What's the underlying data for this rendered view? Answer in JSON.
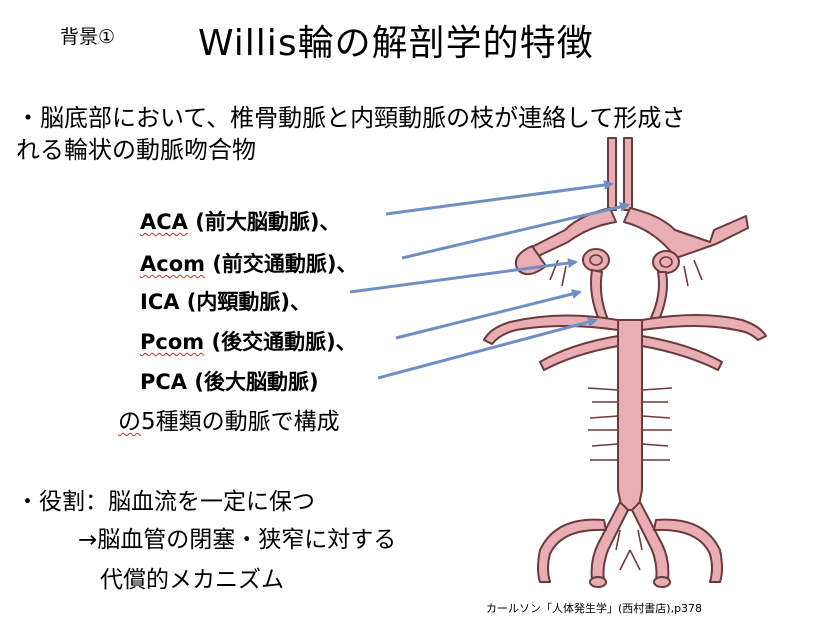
{
  "section_tag": "背景①",
  "title": "Willis輪の解剖学的特徴",
  "bullet1": {
    "line1": "・脳底部において、椎骨動脈と内頸動脈の枝が連絡して形成さ",
    "line2": "れる輪状の動脈吻合物"
  },
  "arteries": [
    {
      "abbr": "ACA",
      "rest": " (前大脳動脈)、"
    },
    {
      "abbr": "Acom",
      "rest": " (前交通動脈)、"
    },
    {
      "abbr": "ICA",
      "rest": " (内頸動脈)、"
    },
    {
      "abbr": "Pcom",
      "rest": " (後交通動脈)、"
    },
    {
      "abbr": "PCA",
      "rest": " (後大脳動脈)"
    }
  ],
  "summary": {
    "prefix": "の",
    "rest": "5種類の動脈で構成"
  },
  "bullet2": {
    "line1": "・役割：脳血流を一定に保つ",
    "line2": "→脳血管の閉塞・狭窄に対する",
    "line3": "代償的メカニズム"
  },
  "citation": "カールソン「人体発生学」(西村書店),p378",
  "colors": {
    "arrow": "#6f8fc4",
    "vessel_fill": "#e9aeb3",
    "vessel_stroke": "#6b3a3a",
    "underline": "#d03030"
  },
  "icons": {
    "diagram": "circle-of-willis-illustration"
  }
}
